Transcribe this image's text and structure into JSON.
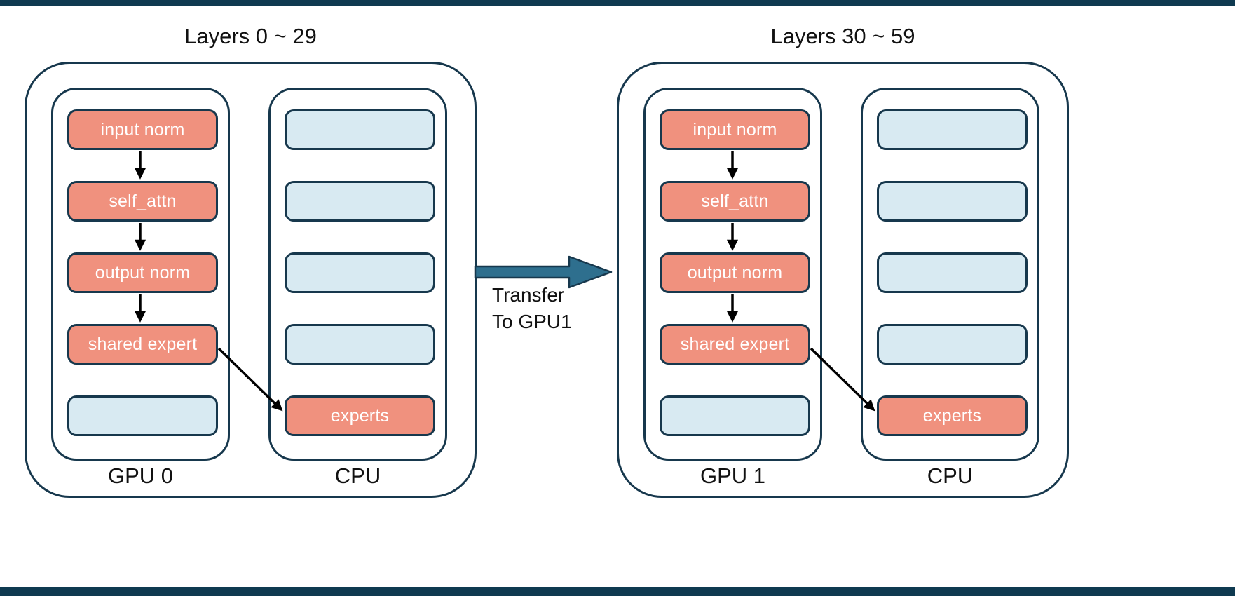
{
  "canvas": {
    "background": "#ffffff",
    "top_bar_color": "#0f3a50",
    "bottom_bar_color": "#0f3a50"
  },
  "colors": {
    "module_box_fill": "#f0917e",
    "empty_box_fill": "#d8eaf2",
    "outline": "#17384d",
    "flow_arrow": "#000000",
    "transfer_arrow_fill": "#2e6f8e",
    "box_text": "#ffffff",
    "label_text": "#111111"
  },
  "groups": [
    {
      "title": "Layers 0 ~ 29",
      "gpu": {
        "label": "GPU 0",
        "boxes": [
          {
            "label": "input norm"
          },
          {
            "label": "self_attn"
          },
          {
            "label": "output norm"
          },
          {
            "label": "shared expert"
          },
          {
            "label": ""
          }
        ]
      },
      "cpu": {
        "label": "CPU",
        "boxes": [
          {
            "label": ""
          },
          {
            "label": ""
          },
          {
            "label": ""
          },
          {
            "label": ""
          },
          {
            "label": "experts"
          }
        ]
      }
    },
    {
      "title": "Layers 30 ~ 59",
      "gpu": {
        "label": "GPU 1",
        "boxes": [
          {
            "label": "input norm"
          },
          {
            "label": "self_attn"
          },
          {
            "label": "output norm"
          },
          {
            "label": "shared expert"
          },
          {
            "label": ""
          }
        ]
      },
      "cpu": {
        "label": "CPU",
        "boxes": [
          {
            "label": ""
          },
          {
            "label": ""
          },
          {
            "label": ""
          },
          {
            "label": ""
          },
          {
            "label": "experts"
          }
        ]
      }
    }
  ],
  "transfer": {
    "line1": "Transfer",
    "line2": "To GPU1"
  }
}
